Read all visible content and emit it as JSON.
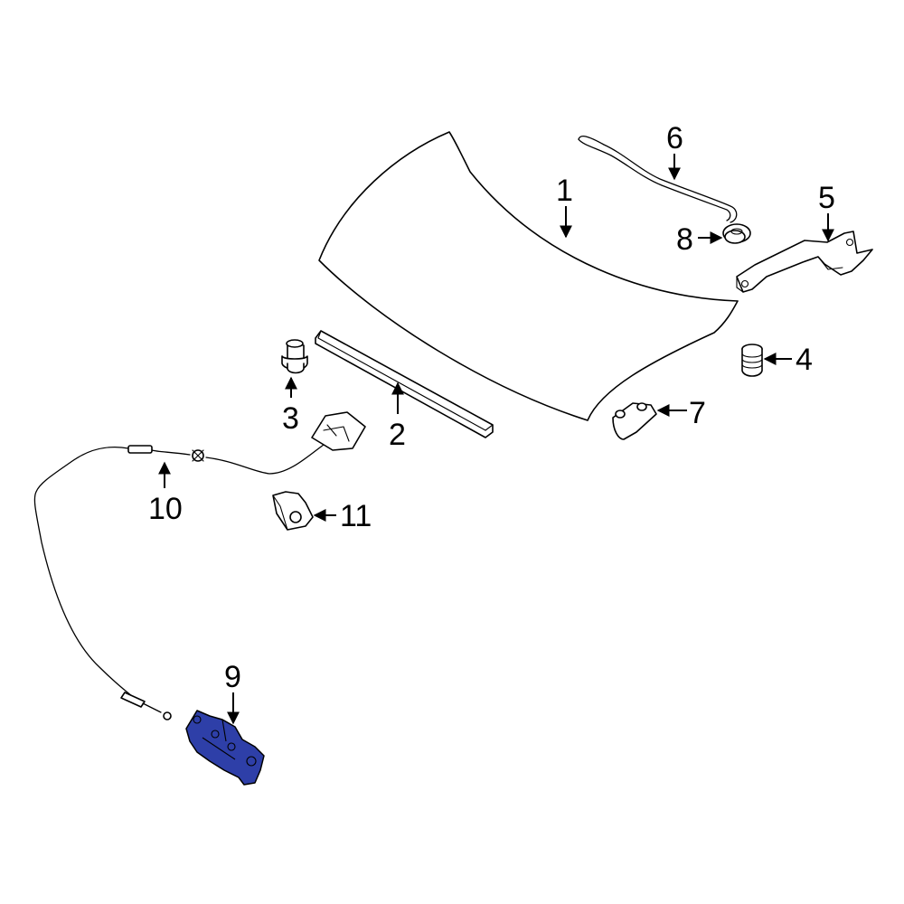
{
  "highlight_color": "#2e3fa8",
  "line_color": "#000000",
  "background": "#ffffff",
  "callouts": [
    {
      "id": "c1",
      "label": "1"
    },
    {
      "id": "c2",
      "label": "2"
    },
    {
      "id": "c3",
      "label": "3"
    },
    {
      "id": "c4",
      "label": "4"
    },
    {
      "id": "c5",
      "label": "5"
    },
    {
      "id": "c6",
      "label": "6"
    },
    {
      "id": "c7",
      "label": "7"
    },
    {
      "id": "c8",
      "label": "8"
    },
    {
      "id": "c9",
      "label": "9"
    },
    {
      "id": "c10",
      "label": "10"
    },
    {
      "id": "c11",
      "label": "11"
    }
  ],
  "highlighted_part": "9"
}
